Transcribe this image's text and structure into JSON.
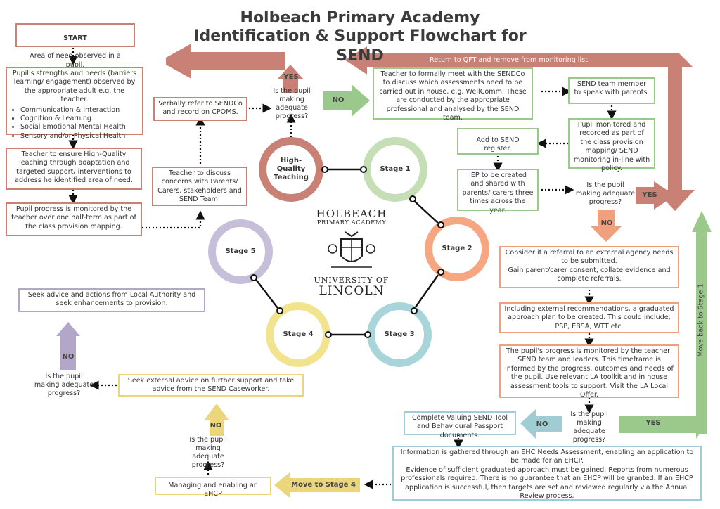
{
  "title": {
    "line1": "Holbeach Primary Academy",
    "line2": "Identification & Support Flowchart for SEND"
  },
  "logo": {
    "school_line1": "HOLBEACH",
    "school_line2": "PRIMARY ACADEMY",
    "uni_line1": "UNIVERSITY OF",
    "uni_line2": "LINCOLN"
  },
  "stages": {
    "hqt": "High-\nQuality\nTeaching",
    "s1": "Stage 1",
    "s2": "Stage 2",
    "s3": "Stage 3",
    "s4": "Stage 4",
    "s5": "Stage 5"
  },
  "left": {
    "start_title": "START",
    "start_body": "Area of need observed in a pupil.",
    "strengths_intro": "Pupil's strengths and needs (barriers learning/ engagement) observed by the appropriate adult e.g. the teacher.",
    "strengths_items": [
      "Communication & Interaction",
      "Cognition & Learning",
      "Social Emotional Mental Health",
      "Sensory and/or Physical Health"
    ],
    "hq_teaching": "Teacher to ensure High-Quality Teaching through adaptation and targeted support/ interventions to address he identified area of need.",
    "monitored": "Pupil progress is monitored by the teacher over one half-term as part of the class provision mapping.",
    "discuss": "Teacher to discuss concerns with Parents/ Carers, stakeholders and SEND Team.",
    "verbally": "Verbally refer to SENDCo and record on CPOMS."
  },
  "stage1": {
    "question": "Is the pupil\nmaking adequate\nprogress?",
    "yes": "YES",
    "no": "NO",
    "return_qft": "Return to QFT and remove from monitoring list.",
    "meet_sendco": "Teacher to formally meet with the SENDCo to discuss which assessments need to be carried out in house, e.g. WellComm. These are conducted by the appropriate professional and analysed by the SEND team.",
    "speak_parents": "SEND team member to speak with parents.",
    "monitored_recorded": "Pupil monitored and recorded as part of the class provision mapping/ SEND monitoring in-line with policy.",
    "add_register": "Add to SEND register.",
    "iep": "IEP to be created and shared with parents/ carers three times across the year.",
    "question2": "Is the pupil\nmaking adequate\nprogress?",
    "yes2": "YES",
    "no2": "NO"
  },
  "stage2": {
    "referral": "Consider if a referral to an external agency needs to be submitted.\nGain parent/carer consent, collate evidence and complete referrals.",
    "graduated": "Including external recommendations, a graduated approach plan to be created. This could include; PSP, EBSA, WTT etc.",
    "progress": "The pupil's progress is monitored by the teacher, SEND team and leaders. This timeframe is informed by the progress, outcomes and needs of the pupil. Use relevant LA toolkit and in house assessment tools to support. Visit the LA Local Offer.",
    "question": "Is the pupil\nmaking adequate\nprogress?",
    "yes": "YES",
    "no": "NO",
    "move_back": "Move back to Stage 1",
    "valuing": "Complete Valuing SEND Tool and Behavioural Passport documents."
  },
  "stage3": {
    "ehc": "Information is gathered through an EHC Needs Assessment, enabling an application to be made for an EHCP.\nEvidence of sufficient graduated approach must be gained. Reports from numerous professionals required. There is no guarantee that an EHCP will be granted. If an EHCP application is successful, then targets are set and reviewed regularly via the Annual Review process.",
    "move_stage4": "Move to Stage 4"
  },
  "stage4": {
    "managing": "Managing and enabling an EHCP",
    "question": "Is the pupil\nmaking adequate\nprogress?",
    "no": "NO",
    "seek_external": "Seek external advice on further support and take advice from the SEND Caseworker."
  },
  "stage5": {
    "question": "Is the pupil\nmaking adequate\nprogress?",
    "no": "NO",
    "seek_la": "Seek advice and actions from Local Authority and seek enhancements to provision."
  },
  "colors": {
    "red": "#c98075",
    "green": "#9bc98b",
    "orange": "#f0a07c",
    "teal": "#9fcdd3",
    "yellow": "#ecd67c",
    "purple": "#b3a7c9"
  }
}
